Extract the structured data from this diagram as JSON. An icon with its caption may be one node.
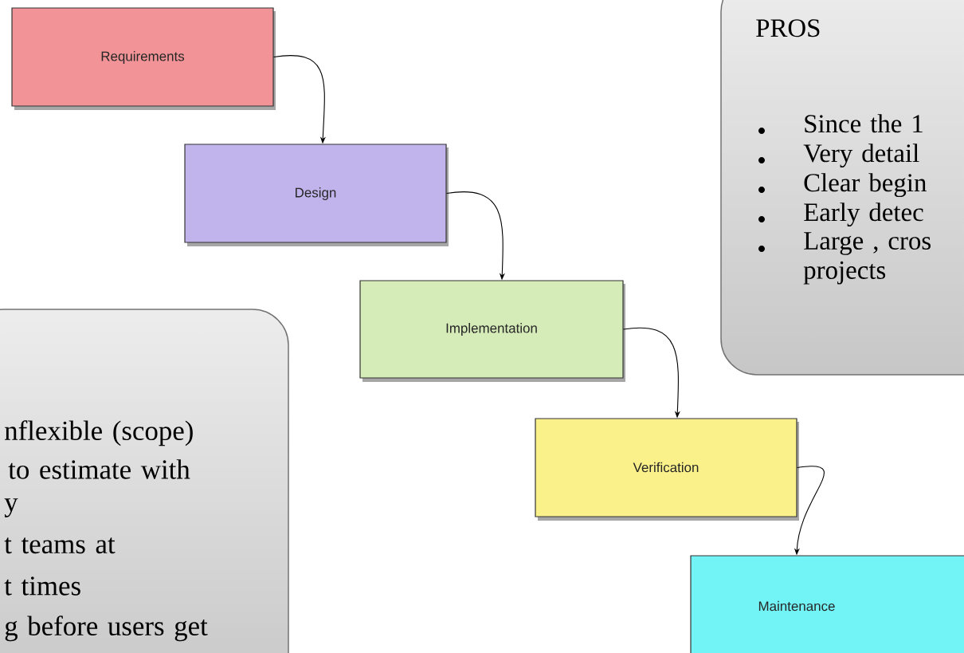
{
  "diagram": {
    "nodes": [
      {
        "text": [
          "Requirements"
        ]
      },
      {
        "text": [
          "Design"
        ]
      },
      {
        "text": [
          "Implementation"
        ]
      },
      {
        "text": [
          "Verification"
        ]
      },
      {
        "text": [
          "Maintenance"
        ]
      },
      {
        "text": [
          "PROS",
          "Since the 1",
          "Very detail",
          "Clear begin",
          "Early detec",
          "Large , cros projects"
        ]
      },
      {
        "text": [
          "nflexible (scope)",
          "to estimate with",
          "y",
          "t teams at",
          "t times",
          "g before users get"
        ]
      }
    ],
    "edges": [
      {
        "from": 0,
        "to": 1,
        "arrow": "to"
      },
      {
        "from": 1,
        "to": 2,
        "arrow": "to"
      },
      {
        "from": 2,
        "to": 3,
        "arrow": "to"
      },
      {
        "from": 3,
        "to": 4,
        "arrow": "to"
      }
    ]
  }
}
